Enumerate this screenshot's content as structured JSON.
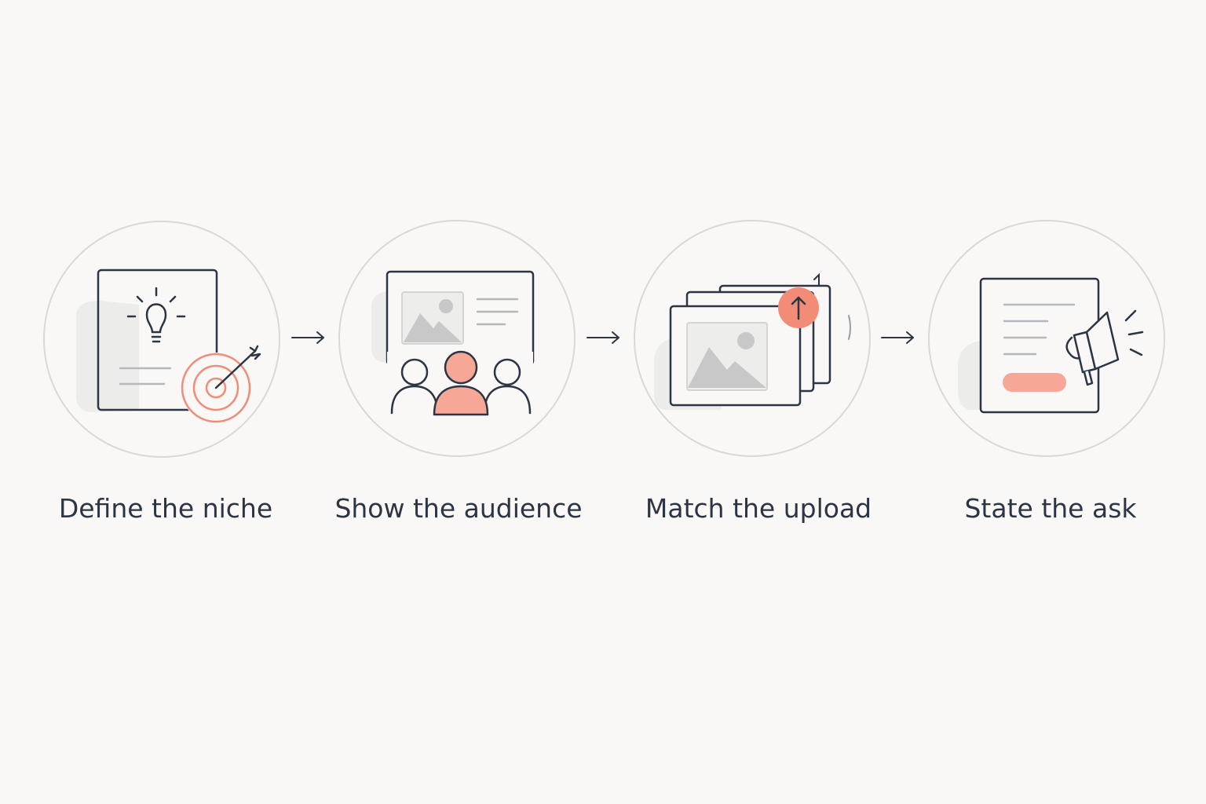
{
  "steps": [
    {
      "label": "Define the niche",
      "icon": "document-lightbulb-target-icon"
    },
    {
      "label": "Show the audience",
      "icon": "profile-audience-icon"
    },
    {
      "label": "Match the upload",
      "icon": "image-upload-icon"
    },
    {
      "label": "State the ask",
      "icon": "document-megaphone-icon"
    }
  ],
  "arrow_icon": "arrow-right-icon",
  "colors": {
    "background": "#f9f8f6",
    "circle_border": "#d9d8d5",
    "line": "#2b3544",
    "accent": "#f28c76",
    "accent_fill": "#f6a796",
    "placeholder": "#c8c8c8",
    "text_lines": "#b5b8bd"
  }
}
